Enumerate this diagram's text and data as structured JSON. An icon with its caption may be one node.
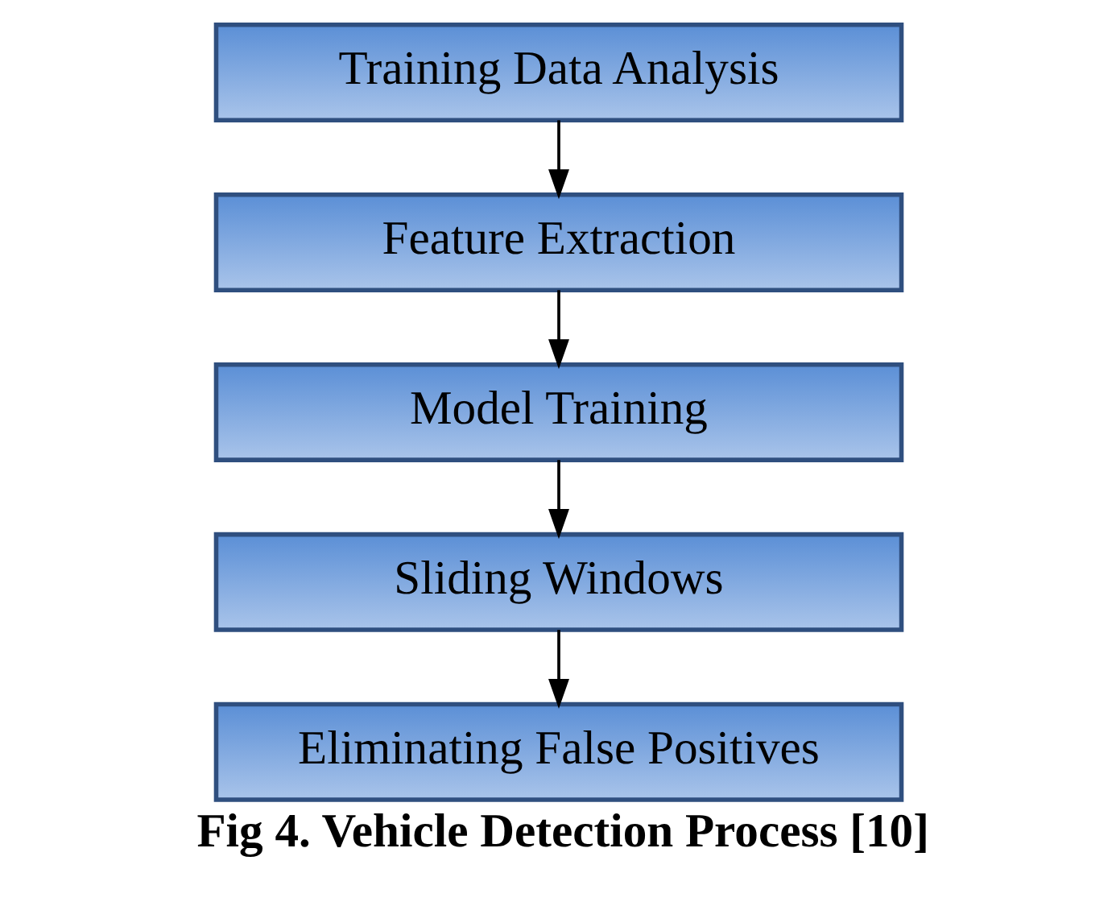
{
  "diagram": {
    "caption": "Fig 4. Vehicle Detection Process [10]",
    "nodes": [
      {
        "text": [
          "Training Data Analysis"
        ]
      },
      {
        "text": [
          "Feature Extraction"
        ]
      },
      {
        "text": [
          "Model Training"
        ]
      },
      {
        "text": [
          "Sliding Windows"
        ]
      },
      {
        "text": [
          "Eliminating False Positives"
        ]
      }
    ],
    "edges": [
      {
        "from": 0,
        "to": 1,
        "arrow": "to"
      },
      {
        "from": 1,
        "to": 2,
        "arrow": "to"
      },
      {
        "from": 2,
        "to": 3,
        "arrow": "to"
      },
      {
        "from": 3,
        "to": 4,
        "arrow": "to"
      }
    ]
  }
}
